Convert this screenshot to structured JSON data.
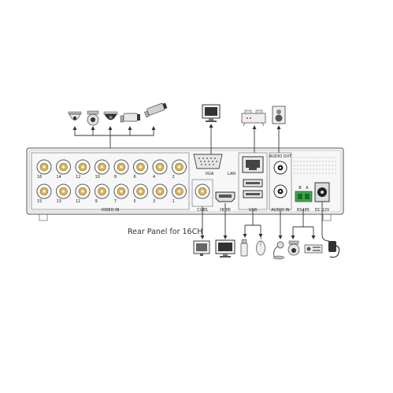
{
  "caption": "Rear Panel for 16CH",
  "panel": {
    "video_in_label": "VIDEO IN",
    "video_top_numbers": [
      "16",
      "14",
      "12",
      "10",
      "8",
      "6",
      "4",
      "2"
    ],
    "video_bottom_numbers": [
      "15",
      "13",
      "11",
      "9",
      "7",
      "5",
      "3",
      "1"
    ],
    "vga_label": "VGA",
    "lan_label": "LAN",
    "cvbs_label": "CVBS",
    "hdmi_label": "HDMI",
    "usb_label": "USB",
    "audio_out_label": "AUDIO OUT",
    "audio_in_label": "AUDIO IN",
    "rs485_label": "RS485",
    "rs485_b_label": "B",
    "rs485_a_label": "A",
    "dc_label": "DC 12V"
  },
  "top_devices": [
    "dome-camera",
    "speed-dome-camera",
    "dome-camera-2",
    "bullet-camera",
    "bullet-camera-2",
    "vga-monitor",
    "network-router",
    "speaker"
  ],
  "bottom_devices": [
    "tv-monitor",
    "hdmi-monitor",
    "usb-flash-drive",
    "usb-mouse",
    "microphone",
    "ptz-camera",
    "keyboard-controller",
    "power-adapter"
  ],
  "colors": {
    "panel_stroke": "#555555",
    "port_gold": "#d8b25a",
    "terminal_green": "#3aa84a",
    "line": "#333333"
  }
}
